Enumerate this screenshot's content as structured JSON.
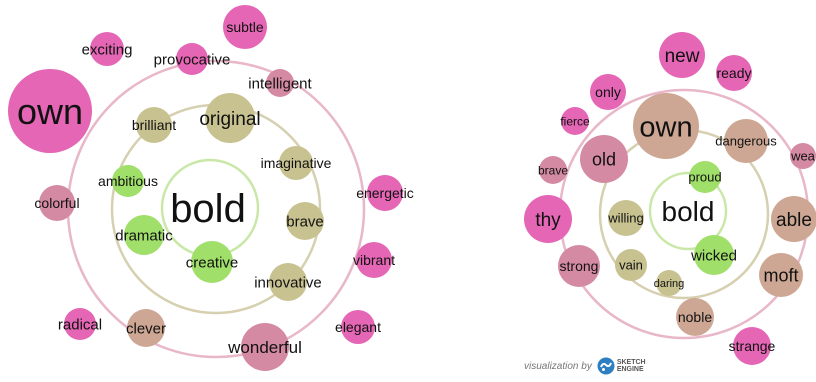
{
  "colors": {
    "inner_ring": "#c9e8a8",
    "middle_ring": "#d6cfb0",
    "outer_ring": "#e8b7c9",
    "green": "#a0df6a",
    "olive": "#c8c291",
    "tan": "#cda794",
    "rose": "#d48aa2",
    "pink": "#e466b5"
  },
  "left_cloud": {
    "center_word": "bold",
    "words": [
      {
        "text": "own",
        "color": "pink"
      },
      {
        "text": "exciting",
        "color": "pink"
      },
      {
        "text": "provocative",
        "color": "pink"
      },
      {
        "text": "subtle",
        "color": "pink"
      },
      {
        "text": "intelligent",
        "color": "rose"
      },
      {
        "text": "brilliant",
        "color": "olive"
      },
      {
        "text": "original",
        "color": "olive"
      },
      {
        "text": "imaginative",
        "color": "olive"
      },
      {
        "text": "ambitious",
        "color": "green"
      },
      {
        "text": "brave",
        "color": "olive"
      },
      {
        "text": "colorful",
        "color": "rose"
      },
      {
        "text": "energetic",
        "color": "pink"
      },
      {
        "text": "dramatic",
        "color": "green"
      },
      {
        "text": "creative",
        "color": "green"
      },
      {
        "text": "vibrant",
        "color": "pink"
      },
      {
        "text": "innovative",
        "color": "olive"
      },
      {
        "text": "radical",
        "color": "pink"
      },
      {
        "text": "clever",
        "color": "tan"
      },
      {
        "text": "wonderful",
        "color": "rose"
      },
      {
        "text": "elegant",
        "color": "pink"
      }
    ]
  },
  "right_cloud": {
    "center_word": "bold",
    "words": [
      {
        "text": "new",
        "color": "pink"
      },
      {
        "text": "ready",
        "color": "pink"
      },
      {
        "text": "only",
        "color": "pink"
      },
      {
        "text": "own",
        "color": "tan"
      },
      {
        "text": "fierce",
        "color": "pink"
      },
      {
        "text": "dangerous",
        "color": "tan"
      },
      {
        "text": "wea",
        "color": "rose"
      },
      {
        "text": "old",
        "color": "rose"
      },
      {
        "text": "proud",
        "color": "green"
      },
      {
        "text": "brave",
        "color": "rose"
      },
      {
        "text": "thy",
        "color": "pink"
      },
      {
        "text": "willing",
        "color": "olive"
      },
      {
        "text": "able",
        "color": "tan"
      },
      {
        "text": "wicked",
        "color": "green"
      },
      {
        "text": "strong",
        "color": "rose"
      },
      {
        "text": "vain",
        "color": "olive"
      },
      {
        "text": "daring",
        "color": "olive"
      },
      {
        "text": "moft",
        "color": "tan"
      },
      {
        "text": "noble",
        "color": "tan"
      },
      {
        "text": "strange",
        "color": "pink"
      }
    ]
  },
  "credit": {
    "text": "visualization by",
    "brand_line1": "SKETCH",
    "brand_line2": "ENGINE"
  }
}
